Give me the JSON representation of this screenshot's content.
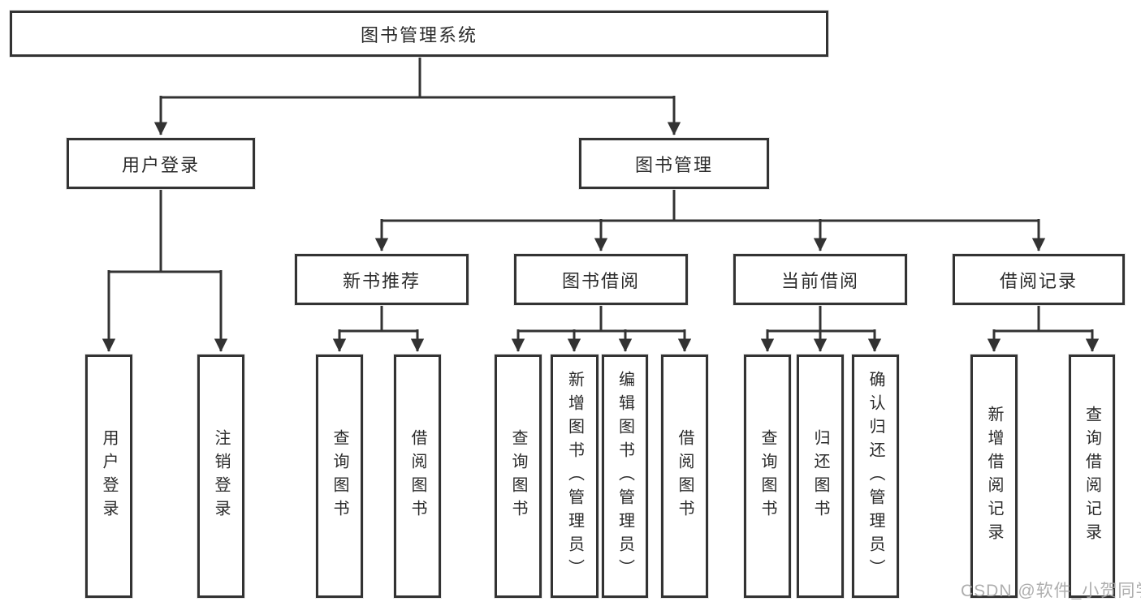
{
  "tree": {
    "label": "图书管理系统",
    "children": [
      {
        "label": "用户登录",
        "children": [
          {
            "label": "用户登录"
          },
          {
            "label": "注销登录"
          }
        ]
      },
      {
        "label": "图书管理",
        "children": [
          {
            "label": "新书推荐",
            "children": [
              {
                "label": "查询图书"
              },
              {
                "label": "借阅图书"
              }
            ]
          },
          {
            "label": "图书借阅",
            "children": [
              {
                "label": "查询图书"
              },
              {
                "label": "新增图书（管理员）"
              },
              {
                "label": "编辑图书（管理员）"
              },
              {
                "label": "借阅图书"
              }
            ]
          },
          {
            "label": "当前借阅",
            "children": [
              {
                "label": "查询图书"
              },
              {
                "label": "归还图书"
              },
              {
                "label": "确认归还（管理员）"
              }
            ]
          },
          {
            "label": "借阅记录",
            "children": [
              {
                "label": "新增借阅记录"
              },
              {
                "label": "查询借阅记录"
              }
            ]
          }
        ]
      }
    ]
  },
  "watermark": "CSDN @软件_小贺同学",
  "colors": {
    "line": "#333333",
    "box_border": "#333333",
    "box_fill": "#ffffff",
    "text": "#2b2b2b",
    "watermark": "#a5a5a5"
  }
}
